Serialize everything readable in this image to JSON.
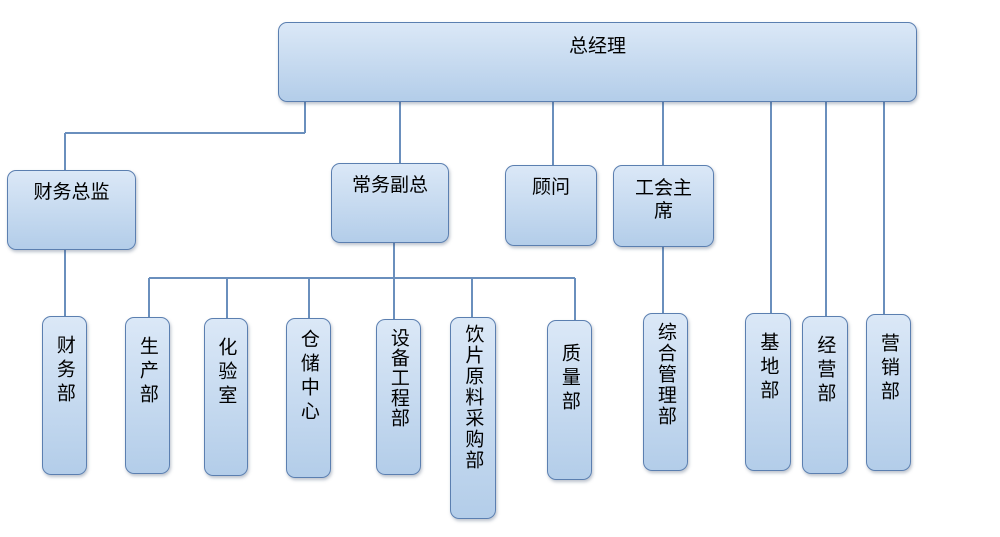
{
  "diagram": {
    "nodes": {
      "ceo": "总经理",
      "cfo": "财务总监",
      "evp": "常务副总",
      "advisor": "顾问",
      "union_chair": "工会主席",
      "finance_dept": "财务部",
      "production_dept": "生产部",
      "lab": "化验室",
      "storage": "仓储中心",
      "equipment_dept": "设备工程部",
      "procurement_dept": "饮片原料采购部",
      "quality_dept": "质量部",
      "admin_dept": "综合管理部",
      "base_dept": "基地部",
      "operations_dept": "经营部",
      "marketing_dept": "营销部"
    },
    "line_color": "#6a8fbd",
    "box_border_color": "#5b7fb0",
    "box_fill_top": "#dbe8f7",
    "box_fill_bottom": "#b3cde9"
  }
}
